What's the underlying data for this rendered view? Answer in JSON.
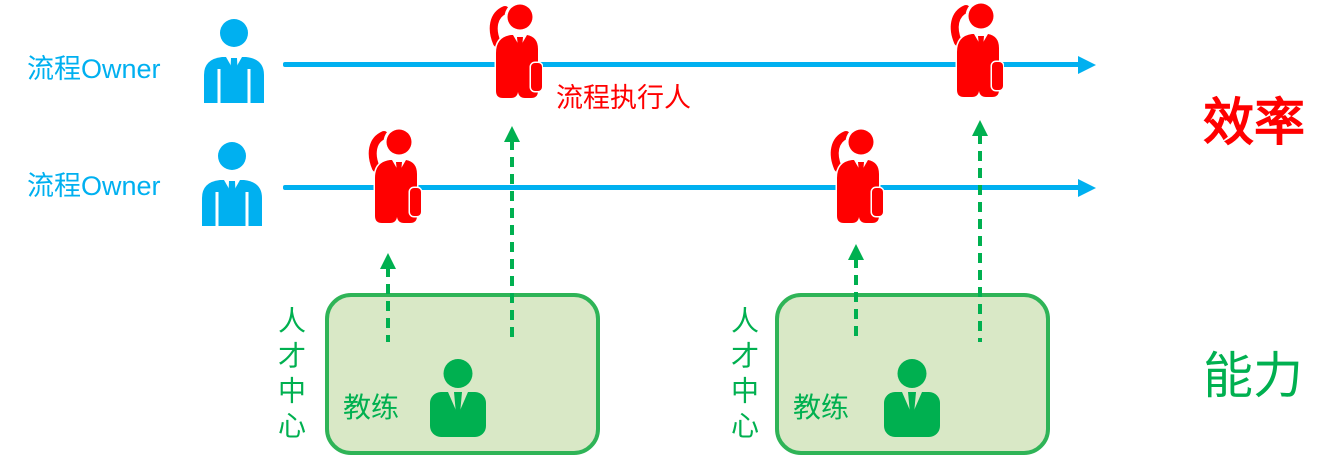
{
  "colors": {
    "blue": "#00B0F0",
    "red": "#FF0000",
    "green": "#00B050",
    "box_fill": "#D9E8C6",
    "box_border": "#2FB457"
  },
  "rows": [
    {
      "owner_label": "流程Owner"
    },
    {
      "owner_label": "流程Owner"
    }
  ],
  "labels": {
    "executor": "流程执行人",
    "efficiency": "效率",
    "capability": "能力"
  },
  "boxes": [
    {
      "side_label": "人才中心",
      "coach_label": "教练"
    },
    {
      "side_label": "人才中心",
      "coach_label": "教练"
    }
  ],
  "icons": {
    "owner": "businessman-icon",
    "executor": "raised-hand-businessman-icon",
    "coach": "businessman-icon",
    "timeline": "right-arrow",
    "growth": "up-dashed-arrow"
  }
}
